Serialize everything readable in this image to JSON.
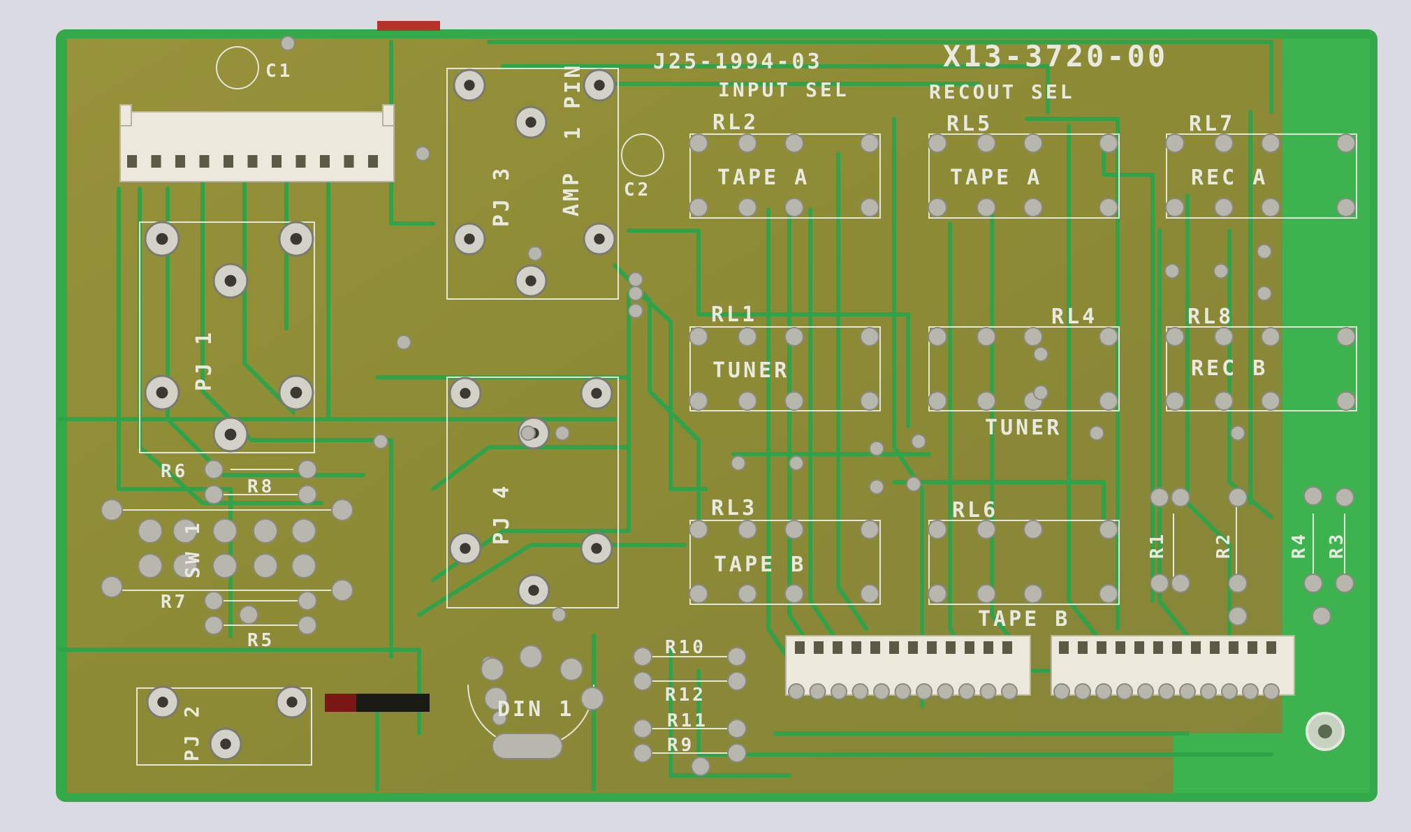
{
  "board": {
    "part_number_left": "J25-1994-03",
    "part_number_right": "X13-3720-00",
    "header_input": "INPUT SEL",
    "header_recout": "RECOUT SEL"
  },
  "relays": [
    {
      "ref": "RL2",
      "function": "TAPE A"
    },
    {
      "ref": "RL5",
      "function": "TAPE A"
    },
    {
      "ref": "RL7",
      "function": "REC A"
    },
    {
      "ref": "RL1",
      "function": "TUNER"
    },
    {
      "ref": "RL4",
      "function": "TUNER"
    },
    {
      "ref": "RL8",
      "function": "REC B"
    },
    {
      "ref": "RL3",
      "function": "TAPE B"
    },
    {
      "ref": "RL6",
      "function": "TAPE B"
    }
  ],
  "jacks": {
    "pj1": "PJ 1",
    "pj2": "PJ 2",
    "pj3": "PJ 3",
    "pj4": "PJ 4",
    "amp": "AMP",
    "pin": "1 PIN",
    "din": "DIN 1"
  },
  "components": {
    "c1": "C1",
    "c2": "C2",
    "sw1": "SW 1",
    "r1": "R1",
    "r2": "R2",
    "r3": "R3",
    "r4": "R4",
    "r5": "R5",
    "r6": "R6",
    "r7": "R7",
    "r8": "R8",
    "r9": "R9",
    "r10": "R10",
    "r11": "R11",
    "r12": "R12"
  },
  "colors": {
    "board_gold": "#8f8c36",
    "mask_green": "#2fa24a",
    "silkscreen": "#e8eadf",
    "connector": "#ece8dc"
  }
}
